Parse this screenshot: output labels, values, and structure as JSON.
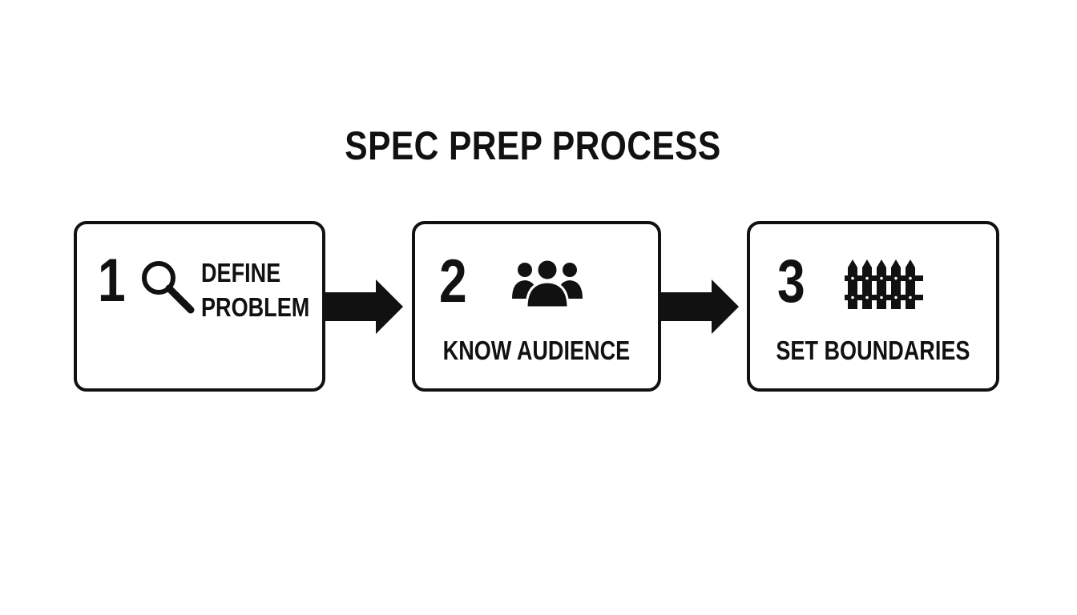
{
  "diagram": {
    "title": "SPEC PREP PROCESS",
    "steps": [
      {
        "number": "1",
        "label_line1": "DEFINE",
        "label_line2": "PROBLEM",
        "icon": "magnifying-glass-icon"
      },
      {
        "number": "2",
        "label": "KNOW AUDIENCE",
        "icon": "people-group-icon"
      },
      {
        "number": "3",
        "label": "SET BOUNDARIES",
        "icon": "fence-icon"
      }
    ],
    "connectors": [
      "right-arrow",
      "right-arrow"
    ],
    "colors": {
      "ink": "#111111",
      "background": "#ffffff"
    }
  }
}
